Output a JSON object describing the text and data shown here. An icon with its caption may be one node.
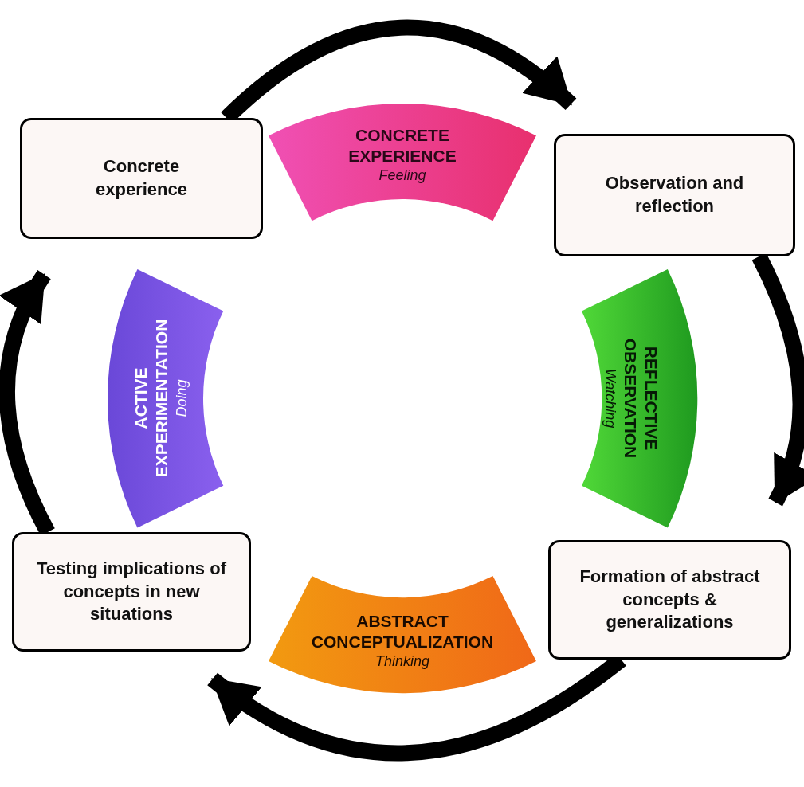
{
  "diagram": {
    "nodes": [
      {
        "text": [
          "Concrete experience"
        ]
      },
      {
        "text": [
          "CONCRETE EXPERIENCE",
          "Feeling"
        ]
      },
      {
        "text": [
          "Observation and reflection"
        ]
      },
      {
        "text": [
          "ACTIVE EXPERIMENTATION",
          "Doing"
        ]
      },
      {
        "text": [
          "REFLECTIVE OBSERVATION",
          "Watching"
        ]
      },
      {
        "text": [
          "Testing implications of concepts in new situations"
        ]
      },
      {
        "text": [
          "ABSTRACT CONCEPTUALIZATION",
          "Thinking"
        ]
      },
      {
        "text": [
          "Formation of abstract concepts & generalizations"
        ]
      }
    ],
    "edges": [
      {
        "from": 0,
        "to": 2,
        "arrow": "to"
      },
      {
        "from": 2,
        "to": 7,
        "arrow": "to"
      },
      {
        "from": 7,
        "to": 5,
        "arrow": "to"
      },
      {
        "from": 5,
        "to": 0,
        "arrow": "to"
      }
    ]
  }
}
